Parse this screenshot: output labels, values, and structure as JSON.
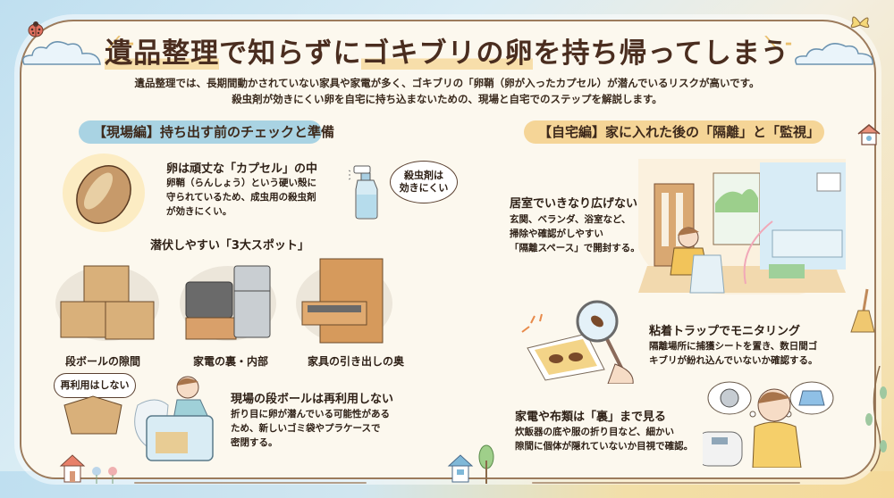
{
  "header": {
    "title_part1": "遺品整理",
    "title_part2": "で知らずに",
    "title_part3": "ゴキブリの卵",
    "title_part4": "を持ち帰ってしまう",
    "intro_line1": "遺品整理では、長期間動かされていない家具や家電が多く、ゴキブリの「卵鞘（卵が入ったカプセル）が潜んでいるリスクが高いです。",
    "intro_line2": "殺虫剤が効きにくい卵を自宅に持ち込まないための、現場と自宅でのステップを解説します。"
  },
  "left_section": {
    "heading": "【現場編】持ち出す前のチェックと準備",
    "egg_block": {
      "title": "卵は頑丈な「カプセル」の中",
      "lines": [
        "卵鞘（らんしょう）という硬い殻に",
        "守られているため、成虫用の殺虫剤",
        "が効きにくい。"
      ]
    },
    "spray_bubble": [
      "殺虫剤は",
      "効きにくい"
    ],
    "spots_title": "潜伏しやすい「3大スポット」",
    "spots": [
      {
        "label": "段ボールの隙間"
      },
      {
        "label": "家電の裏・内部"
      },
      {
        "label": "家具の引き出しの奥"
      }
    ],
    "reuse_bubble": "再利用はしない",
    "cardboard_block": {
      "title": "現場の段ボールは再利用しない",
      "lines": [
        "折り目に卵が潜んでいる可能性がある",
        "ため、新しいゴミ袋やプラケースで",
        "密閉する。"
      ]
    }
  },
  "right_section": {
    "heading": "【自宅編】家に入れた後の「隔離」と「監視」",
    "isolate_block": {
      "title": "居室でいきなり広げない",
      "lines": [
        "玄関、ベランダ、浴室など、",
        "掃除や確認がしやすい",
        "「隔離スペース」で開封する。"
      ]
    },
    "trap_block": {
      "title": "粘着トラップでモニタリング",
      "lines": [
        "隔離場所に捕獲シートを置き、数日間ゴ",
        "キブリが紛れ込んでいないか確認する。"
      ]
    },
    "inspect_block": {
      "title": "家電や布類は「裏」まで見る",
      "lines": [
        "炊飯器の底や服の折り目など、細かい",
        "隙間に個体が隠れていないか目視で確認。"
      ]
    }
  },
  "colors": {
    "paper": "#fcf8ee",
    "text": "#3d2b1f",
    "pill_blue": "#a9d3e3",
    "pill_yellow": "#f5d597",
    "highlight": "#f7deaa",
    "border": "#9c7b5c"
  }
}
